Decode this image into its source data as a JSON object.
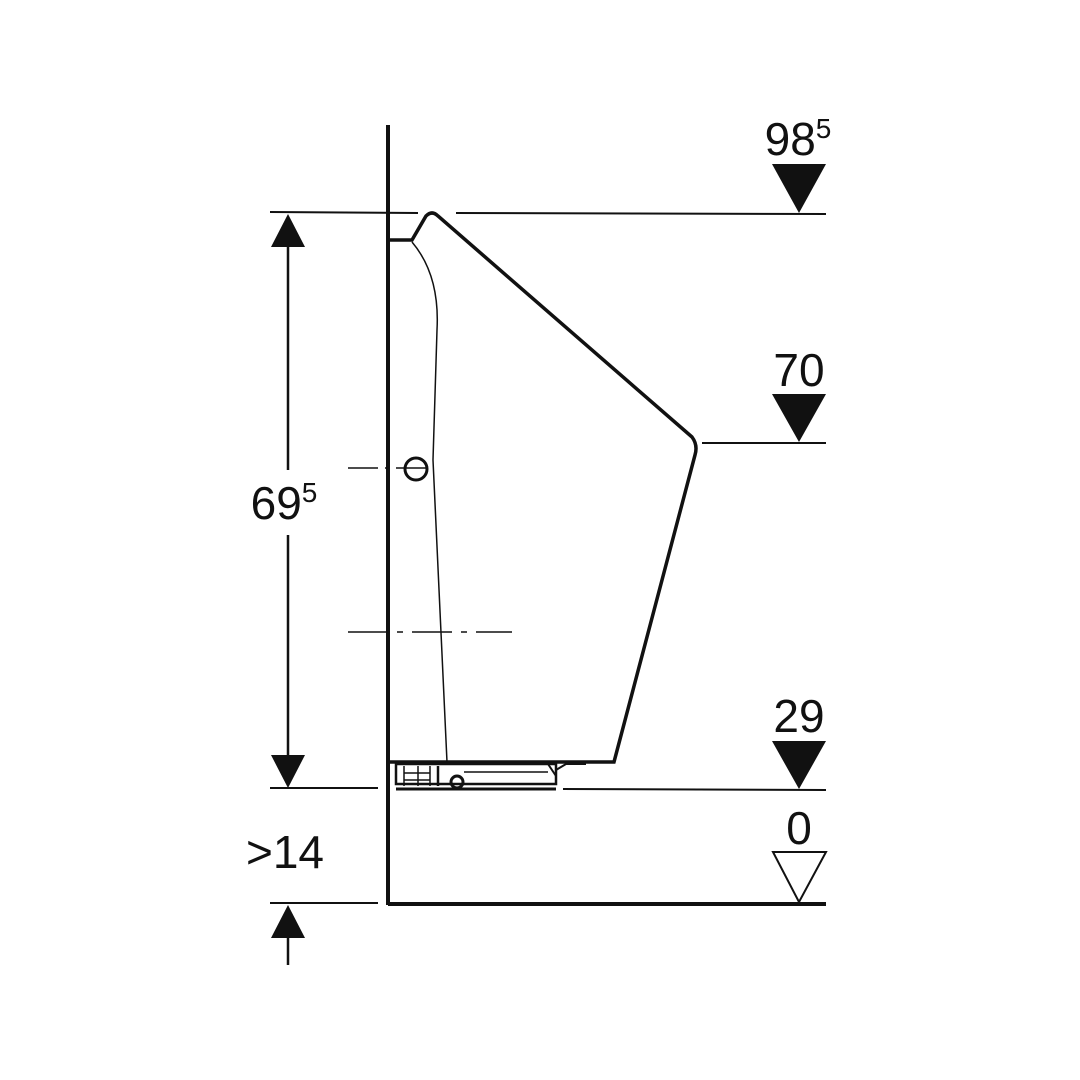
{
  "levels": [
    {
      "id": "top",
      "base": "98",
      "sup": "5",
      "marker": "filled"
    },
    {
      "id": "lip",
      "base": "70",
      "sup": "",
      "marker": "filled"
    },
    {
      "id": "bottom",
      "base": "29",
      "sup": "",
      "marker": "filled"
    },
    {
      "id": "floor",
      "base": "0",
      "sup": "",
      "marker": "outline"
    }
  ],
  "dimensions": {
    "height": {
      "base": "69",
      "sup": "5"
    },
    "floor_gap": {
      "text": ">14"
    }
  },
  "colors": {
    "line": "#111111",
    "background": "#ffffff"
  }
}
